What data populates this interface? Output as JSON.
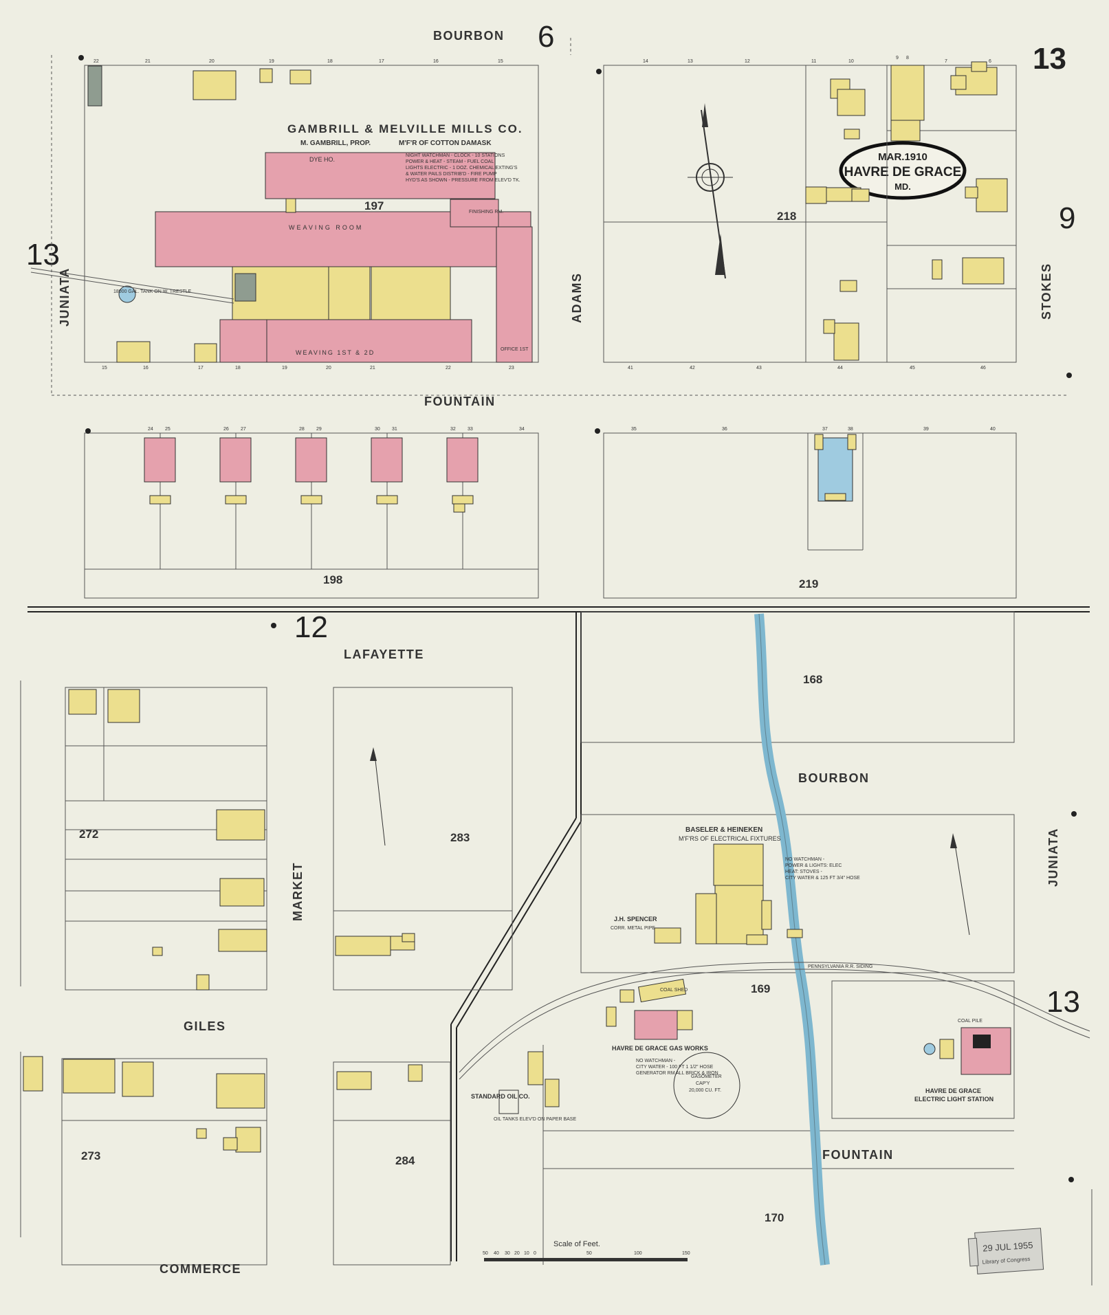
{
  "sheet": {
    "number": "13",
    "ref_top": "6",
    "ref_right": "9",
    "ref_left_upper": "13",
    "ref_middle": "12",
    "ref_right_lower": "13"
  },
  "title_stamp": {
    "date": "MAR.1910",
    "city": "HAVRE DE GRACE",
    "state": "MD."
  },
  "streets": {
    "bourbon_top": "BOURBON",
    "fountain_top": "FOUNTAIN",
    "juniata_left": "JUNIATA",
    "adams": "ADAMS",
    "stokes": "STOKES",
    "lafayette": "LAFAYETTE",
    "market": "MARKET",
    "giles": "GILES",
    "commerce": "COMMERCE",
    "bourbon_lower": "BOURBON",
    "juniata_right": "JUNIATA",
    "fountain_lower": "FOUNTAIN"
  },
  "blocks": [
    "197",
    "218",
    "198",
    "219",
    "168",
    "272",
    "283",
    "273",
    "284",
    "169",
    "170"
  ],
  "businesses": {
    "mill_name": "GAMBRILL & MELVILLE MILLS CO.",
    "mill_prop": "M. GAMBRILL, PROP.",
    "mill_mfr": "M'F'R OF COTTON DAMASK",
    "mill_notes": [
      "NIGHT WATCHMAN - CLOCK - 10 STATIONS",
      "POWER & HEAT - STEAM - FUEL COAL",
      "LIGHTS ELECTRIC - 1 DOZ. CHEMICAL EXTING'S",
      "& WATER PAILS DISTRIB'D - FIRE PUMP",
      "HYD'S AS SHOWN - PRESSURE FROM ELEV'D TK."
    ],
    "weaving_room": "WEAVING ROOM",
    "weaving_1st": "WEAVING 1ST & 2D",
    "dye_house": "DYE HO.",
    "finishing": "FINISHING RM.",
    "office": "OFFICE 1ST",
    "baseler_name": "BASELER & HEINEKEN",
    "baseler_mfr": "M'F'RS OF ELECTRICAL FIXTURES",
    "baseler_notes": [
      "NO WATCHMAN -",
      "POWER & LIGHTS: ELEC",
      "HEAT: STOVES -",
      "CITY WATER & 125 FT 3/4\" HOSE"
    ],
    "spencer_name": "J.H. SPENCER",
    "spencer_desc": "CORR. METAL PIPE",
    "gas_works": "HAVRE DE GRACE GAS WORKS",
    "gas_notes": [
      "NO WATCHMAN -",
      "CITY WATER - 100 FT 1 1/2\" HOSE",
      "GENERATOR RM ALL BRICK & IRON"
    ],
    "gasometer": [
      "GASOMETER",
      "CAP'Y",
      "20,000 CU. FT."
    ],
    "coal_shed": "COAL SHED",
    "standard_oil": "STANDARD OIL CO.",
    "oil_tanks": "OIL TANKS ELEV'D ON PAPER BASE",
    "electric_name": "HAVRE DE GRACE",
    "electric_name2": "ELECTRIC LIGHT STATION",
    "coal_pile": "COAL PILE",
    "prr_siding": "PENNSYLVANIA R.R. SIDING",
    "tank_note": "18000 GAL. TANK ON W. TRESTLE"
  },
  "scale": {
    "title": "Scale of Feet.",
    "ticks": [
      "50",
      "40",
      "30",
      "20",
      "10",
      "0",
      "50",
      "100",
      "150"
    ]
  },
  "library_stamp": {
    "date": "29 JUL 1955",
    "line2": "Library of Congress"
  },
  "lot_numbers_top_left": [
    "22",
    "21",
    "20",
    "19",
    "18",
    "17",
    "16",
    "15"
  ],
  "lot_numbers_top_right": [
    "14",
    "13",
    "12",
    "11",
    "10",
    "9",
    "8",
    "7",
    "6"
  ],
  "lot_numbers_fountain_north": [
    "15",
    "16",
    "17",
    "18",
    "19",
    "20",
    "21",
    "22",
    "23"
  ],
  "lot_numbers_row198": [
    "24",
    "25",
    "26",
    "27",
    "28",
    "29",
    "30",
    "31",
    "32",
    "33",
    "34"
  ],
  "lot_numbers_row219": [
    "35",
    "36",
    "37",
    "38",
    "39",
    "40"
  ],
  "lot_numbers_218_south": [
    "41",
    "42",
    "43",
    "44",
    "45",
    "46"
  ],
  "colors": {
    "paper": "#eeeee3",
    "frame_yellow": "#ecdf8e",
    "brick_pink": "#e5a1ad",
    "stone_blue": "#9fcbe0",
    "river_blue": "#7eb7cf"
  }
}
